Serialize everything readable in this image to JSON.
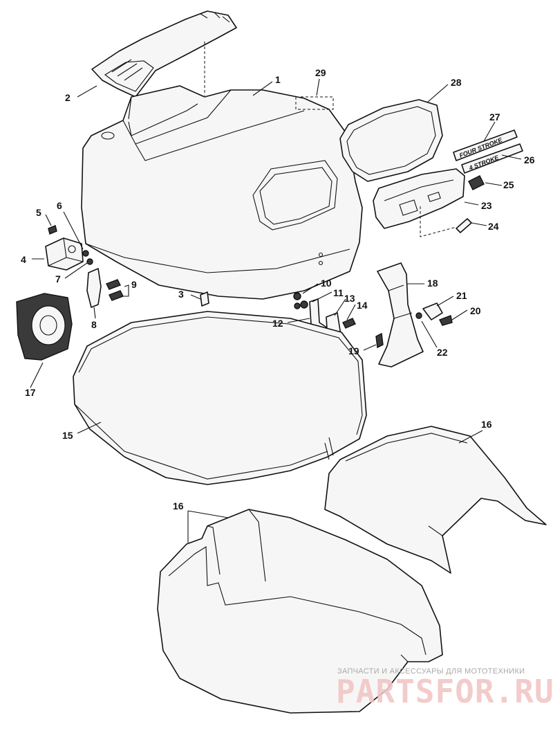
{
  "callouts": {
    "c1": "1",
    "c2": "2",
    "c3": "3",
    "c4": "4",
    "c5": "5",
    "c6": "6",
    "c7": "7",
    "c8": "8",
    "c9": "9",
    "c10": "10",
    "c11": "11",
    "c12": "12",
    "c13": "13",
    "c14": "14",
    "c15": "15",
    "c16a": "16",
    "c16b": "16",
    "c17": "17",
    "c18": "18",
    "c19": "19",
    "c20": "20",
    "c21": "21",
    "c22": "22",
    "c23": "23",
    "c24": "24",
    "c25": "25",
    "c26": "26",
    "c27": "27",
    "c28": "28",
    "c29": "29"
  },
  "decals": {
    "four_stroke_outline": "FOUR STROKE",
    "four_stroke_small": "4 STROKE"
  },
  "watermark": {
    "caption": "ЗАПЧАСТИ И АКСЕССУАРЫ ДЛЯ МОТОТЕХНИКИ",
    "brand": "PARTSFOR.RU"
  }
}
